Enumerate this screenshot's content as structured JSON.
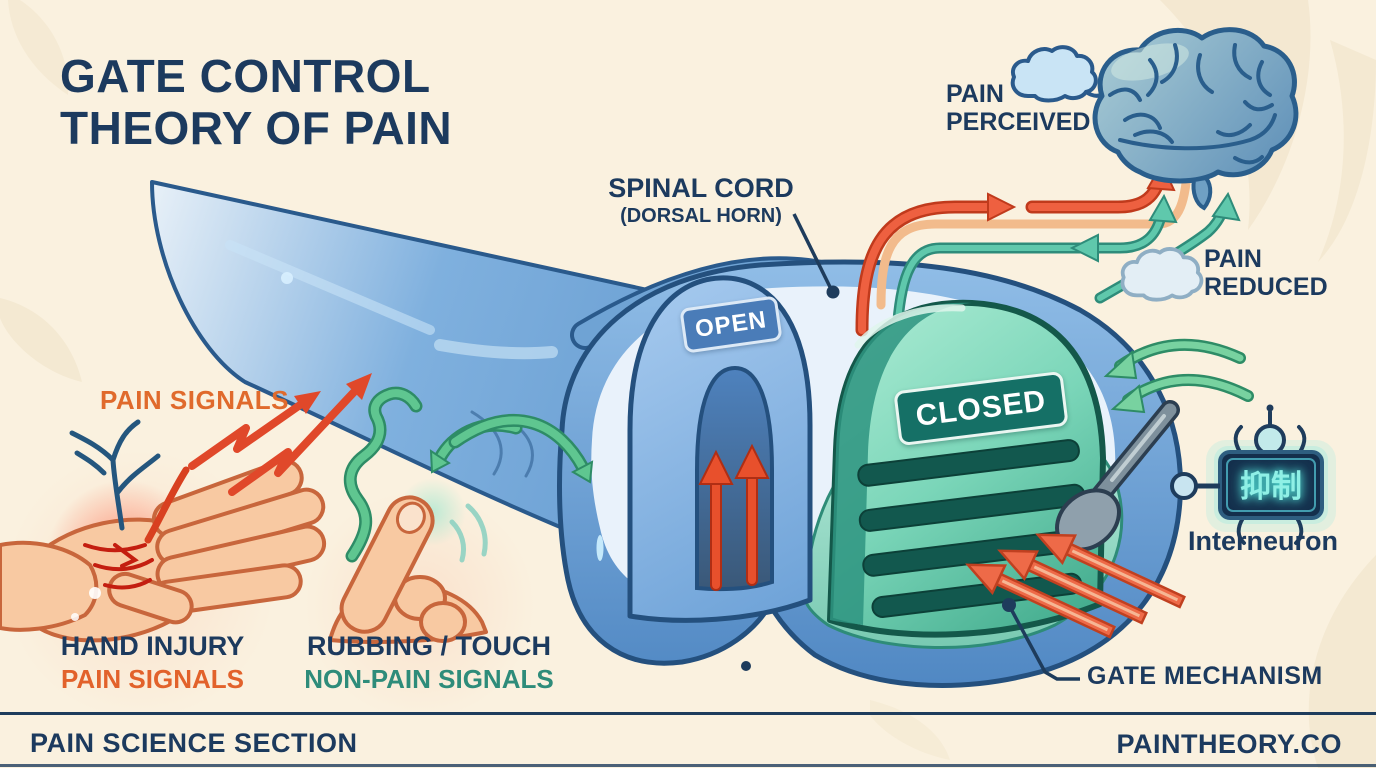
{
  "palette": {
    "background": "#FAF1DF",
    "navy_text": "#1C3A5E",
    "orange_accent": "#E2622B",
    "teal_accent": "#2E8C7A",
    "nerve_blue": "#6FA3D8",
    "gate_open_blue": "#4A7CB8",
    "gate_closed_teal": "#157066",
    "pain_arrow": "#E8502C",
    "nonpain_arrow": "#5FC690",
    "interneuron_glow": "#8FF0E6"
  },
  "title": {
    "line1": "GATE CONTROL",
    "line2": "THEORY OF PAIN"
  },
  "annotations": {
    "spinal_cord": {
      "line1": "SPINAL CORD",
      "line2": "(DORSAL HORN)"
    },
    "pain_perceived": {
      "line1": "PAIN",
      "line2": "PERCEIVED"
    },
    "pain_reduced": {
      "line1": "PAIN",
      "line2": "REDUCED"
    },
    "pain_signals": "PAIN SIGNALS",
    "hand_injury": {
      "line1": "HAND INJURY",
      "line2": "PAIN SIGNALS"
    },
    "rubbing_touch": {
      "line1": "RUBBING / TOUCH",
      "line2": "NON-PAIN SIGNALS"
    },
    "gate_mechanism": "GATE MECHANISM",
    "interneuron": {
      "symbol": "抑制",
      "label": "Interneuron"
    }
  },
  "gates": {
    "open": "OPEN",
    "closed": "CLOSED"
  },
  "icons": {
    "brain": "brain-icon",
    "pain_perceived_cloud": "cloud-icon",
    "pain_reduced_cloud": "cloud-icon",
    "interneuron_box": "interneuron-icon",
    "lever": "gate-lever-icon"
  },
  "footer": {
    "left": "PAIN SCIENCE SECTION",
    "right": "PAINTHEORY.CO"
  }
}
